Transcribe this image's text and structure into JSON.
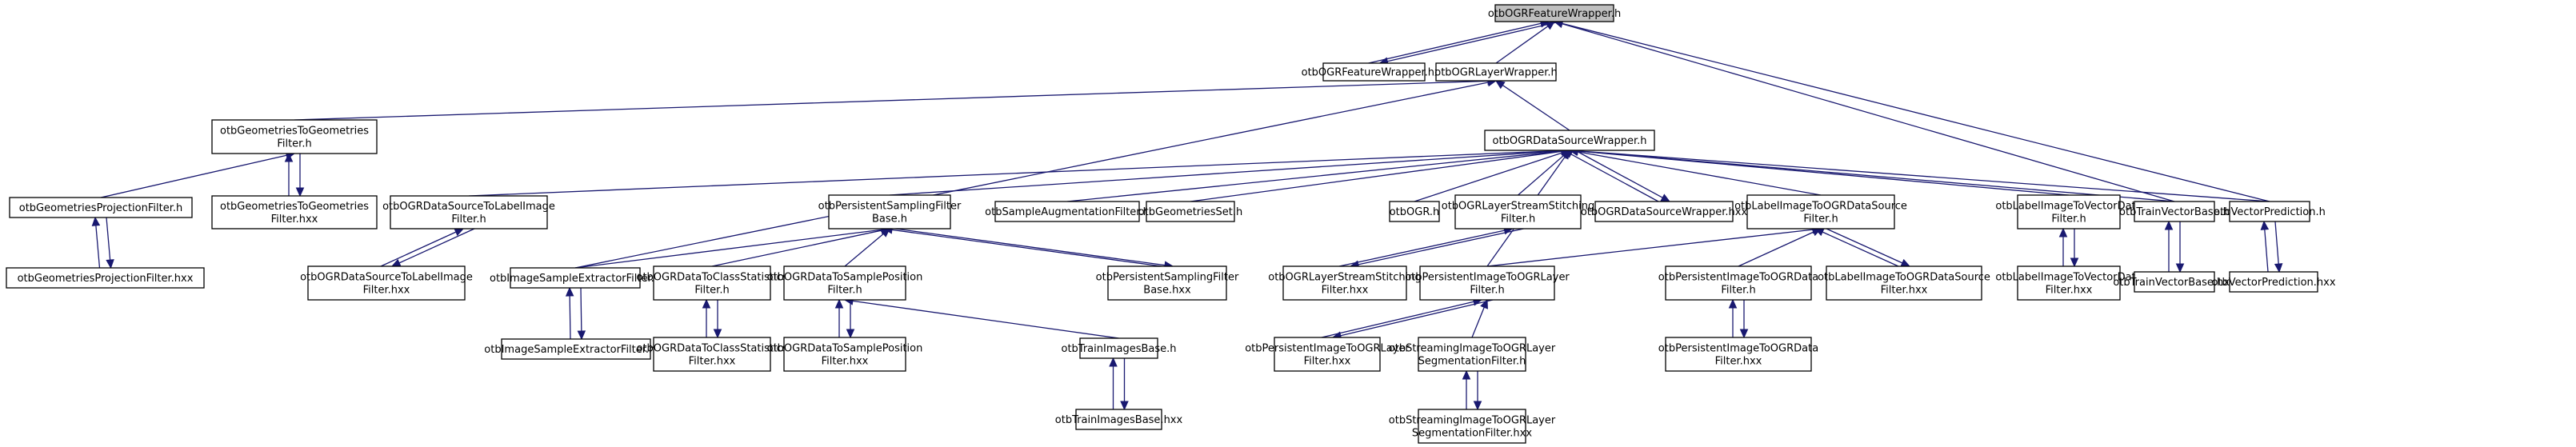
{
  "diagram": {
    "title": "otbOGRFeatureWrapper.h include dependency graph",
    "colors": {
      "edge": "#191970",
      "root_fill": "#bfbfbf",
      "node_fill": "#ffffff",
      "node_border": "#000000"
    },
    "nodes": [
      {
        "id": "fw_h",
        "lines": [
          "otbOGRFeatureWrapper.h"
        ],
        "root": true
      },
      {
        "id": "fw_hxx",
        "lines": [
          "otbOGRFeatureWrapper.hxx"
        ]
      },
      {
        "id": "lw_h",
        "lines": [
          "otbOGRLayerWrapper.h"
        ]
      },
      {
        "id": "g2g_h",
        "lines": [
          "otbGeometriesToGeometries",
          "Filter.h"
        ]
      },
      {
        "id": "dsw_h",
        "lines": [
          "otbOGRDataSourceWrapper.h"
        ]
      },
      {
        "id": "gpf_h",
        "lines": [
          "otbGeometriesProjectionFilter.h"
        ]
      },
      {
        "id": "g2g_hxx",
        "lines": [
          "otbGeometriesToGeometries",
          "Filter.hxx"
        ]
      },
      {
        "id": "ds2li_h",
        "lines": [
          "otbOGRDataSourceToLabelImage",
          "Filter.h"
        ]
      },
      {
        "id": "psfb_h",
        "lines": [
          "otbPersistentSamplingFilter",
          "Base.h"
        ]
      },
      {
        "id": "saf_h",
        "lines": [
          "otbSampleAugmentationFilter.h"
        ]
      },
      {
        "id": "gs_h",
        "lines": [
          "otbGeometriesSet.h"
        ]
      },
      {
        "id": "ogr_h",
        "lines": [
          "otbOGR.h"
        ]
      },
      {
        "id": "lssf_h",
        "lines": [
          "otbOGRLayerStreamStitching",
          "Filter.h"
        ]
      },
      {
        "id": "dsw_hxx",
        "lines": [
          "otbOGRDataSourceWrapper.hxx"
        ]
      },
      {
        "id": "li2ds_h",
        "lines": [
          "otbLabelImageToOGRDataSource",
          "Filter.h"
        ]
      },
      {
        "id": "li2vd_h",
        "lines": [
          "otbLabelImageToVectorData",
          "Filter.h"
        ]
      },
      {
        "id": "tvb_h",
        "lines": [
          "otbTrainVectorBase.h"
        ]
      },
      {
        "id": "vp_h",
        "lines": [
          "otbVectorPrediction.h"
        ]
      },
      {
        "id": "gpf_hxx",
        "lines": [
          "otbGeometriesProjectionFilter.hxx"
        ]
      },
      {
        "id": "ds2li_hxx",
        "lines": [
          "otbOGRDataSourceToLabelImage",
          "Filter.hxx"
        ]
      },
      {
        "id": "isef_h",
        "lines": [
          "otbImageSampleExtractorFilter.h"
        ]
      },
      {
        "id": "d2cs_h",
        "lines": [
          "otbOGRDataToClassStatistics",
          "Filter.h"
        ]
      },
      {
        "id": "d2sp_h",
        "lines": [
          "otbOGRDataToSamplePosition",
          "Filter.h"
        ]
      },
      {
        "id": "psfb_hxx",
        "lines": [
          "otbPersistentSamplingFilter",
          "Base.hxx"
        ]
      },
      {
        "id": "lssf_hxx",
        "lines": [
          "otbOGRLayerStreamStitching",
          "Filter.hxx"
        ]
      },
      {
        "id": "pi2l_h",
        "lines": [
          "otbPersistentImageToOGRLayer",
          "Filter.h"
        ]
      },
      {
        "id": "pi2d_h",
        "lines": [
          "otbPersistentImageToOGRData",
          "Filter.h"
        ]
      },
      {
        "id": "li2ds_hxx",
        "lines": [
          "otbLabelImageToOGRDataSource",
          "Filter.hxx"
        ]
      },
      {
        "id": "li2vd_hxx",
        "lines": [
          "otbLabelImageToVectorData",
          "Filter.hxx"
        ]
      },
      {
        "id": "tvb_hxx",
        "lines": [
          "otbTrainVectorBase.hxx"
        ]
      },
      {
        "id": "vp_hxx",
        "lines": [
          "otbVectorPrediction.hxx"
        ]
      },
      {
        "id": "isef_hxx",
        "lines": [
          "otbImageSampleExtractorFilter.hxx"
        ]
      },
      {
        "id": "d2cs_hxx",
        "lines": [
          "otbOGRDataToClassStatistics",
          "Filter.hxx"
        ]
      },
      {
        "id": "d2sp_hxx",
        "lines": [
          "otbOGRDataToSamplePosition",
          "Filter.hxx"
        ]
      },
      {
        "id": "tib_h",
        "lines": [
          "otbTrainImagesBase.h"
        ]
      },
      {
        "id": "pi2l_hxx",
        "lines": [
          "otbPersistentImageToOGRLayer",
          "Filter.hxx"
        ]
      },
      {
        "id": "si2ls_h",
        "lines": [
          "otbStreamingImageToOGRLayer",
          "SegmentationFilter.h"
        ]
      },
      {
        "id": "pi2d_hxx",
        "lines": [
          "otbPersistentImageToOGRData",
          "Filter.hxx"
        ]
      },
      {
        "id": "tib_hxx",
        "lines": [
          "otbTrainImagesBase.hxx"
        ]
      },
      {
        "id": "si2ls_hxx",
        "lines": [
          "otbStreamingImageToOGRLayer",
          "SegmentationFilter.hxx"
        ]
      }
    ],
    "edges": [
      [
        "fw_hxx",
        "fw_h"
      ],
      [
        "fw_h",
        "fw_hxx"
      ],
      [
        "lw_h",
        "fw_h"
      ],
      [
        "tvb_h",
        "fw_h"
      ],
      [
        "vp_h",
        "fw_h"
      ],
      [
        "g2g_h",
        "lw_h"
      ],
      [
        "isef_h",
        "lw_h"
      ],
      [
        "dsw_h",
        "lw_h"
      ],
      [
        "gpf_h",
        "g2g_h"
      ],
      [
        "g2g_hxx",
        "g2g_h"
      ],
      [
        "g2g_h",
        "g2g_hxx"
      ],
      [
        "ds2li_h",
        "dsw_h"
      ],
      [
        "psfb_h",
        "dsw_h"
      ],
      [
        "saf_h",
        "dsw_h"
      ],
      [
        "gs_h",
        "dsw_h"
      ],
      [
        "ogr_h",
        "dsw_h"
      ],
      [
        "lssf_h",
        "dsw_h"
      ],
      [
        "dsw_hxx",
        "dsw_h"
      ],
      [
        "dsw_h",
        "dsw_hxx"
      ],
      [
        "li2ds_h",
        "dsw_h"
      ],
      [
        "li2vd_h",
        "dsw_h"
      ],
      [
        "tvb_h",
        "dsw_h"
      ],
      [
        "vp_h",
        "dsw_h"
      ],
      [
        "pi2l_h",
        "dsw_h"
      ],
      [
        "gpf_hxx",
        "gpf_h"
      ],
      [
        "gpf_h",
        "gpf_hxx"
      ],
      [
        "ds2li_hxx",
        "ds2li_h"
      ],
      [
        "ds2li_h",
        "ds2li_hxx"
      ],
      [
        "isef_h",
        "psfb_h"
      ],
      [
        "d2cs_h",
        "psfb_h"
      ],
      [
        "d2sp_h",
        "psfb_h"
      ],
      [
        "psfb_hxx",
        "psfb_h"
      ],
      [
        "psfb_h",
        "psfb_hxx"
      ],
      [
        "lssf_hxx",
        "lssf_h"
      ],
      [
        "lssf_h",
        "lssf_hxx"
      ],
      [
        "pi2l_h",
        "li2ds_h"
      ],
      [
        "pi2d_h",
        "li2ds_h"
      ],
      [
        "li2ds_hxx",
        "li2ds_h"
      ],
      [
        "li2ds_h",
        "li2ds_hxx"
      ],
      [
        "li2vd_hxx",
        "li2vd_h"
      ],
      [
        "li2vd_h",
        "li2vd_hxx"
      ],
      [
        "tvb_hxx",
        "tvb_h"
      ],
      [
        "tvb_h",
        "tvb_hxx"
      ],
      [
        "vp_hxx",
        "vp_h"
      ],
      [
        "vp_h",
        "vp_hxx"
      ],
      [
        "isef_hxx",
        "isef_h"
      ],
      [
        "isef_h",
        "isef_hxx"
      ],
      [
        "d2cs_hxx",
        "d2cs_h"
      ],
      [
        "d2cs_h",
        "d2cs_hxx"
      ],
      [
        "d2sp_hxx",
        "d2sp_h"
      ],
      [
        "d2sp_h",
        "d2sp_hxx"
      ],
      [
        "tib_h",
        "d2sp_h"
      ],
      [
        "pi2l_hxx",
        "pi2l_h"
      ],
      [
        "pi2l_h",
        "pi2l_hxx"
      ],
      [
        "si2ls_h",
        "pi2l_h"
      ],
      [
        "pi2d_hxx",
        "pi2d_h"
      ],
      [
        "pi2d_h",
        "pi2d_hxx"
      ],
      [
        "tib_hxx",
        "tib_h"
      ],
      [
        "tib_h",
        "tib_hxx"
      ],
      [
        "si2ls_hxx",
        "si2ls_h"
      ],
      [
        "si2ls_h",
        "si2ls_hxx"
      ]
    ]
  }
}
